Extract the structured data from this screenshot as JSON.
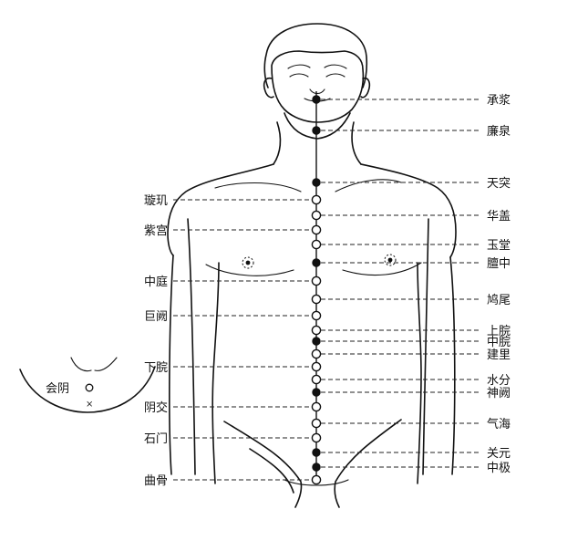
{
  "colors": {
    "ink": "#111111",
    "paper": "#ffffff"
  },
  "points": [
    {
      "id": "chengjiang",
      "label": "承浆",
      "side": "right",
      "filled": true
    },
    {
      "id": "lianquan",
      "label": "廉泉",
      "side": "right",
      "filled": true
    },
    {
      "id": "tiantu",
      "label": "天突",
      "side": "right",
      "filled": true
    },
    {
      "id": "xuanji",
      "label": "璇玑",
      "side": "left",
      "filled": false
    },
    {
      "id": "huagai",
      "label": "华盖",
      "side": "right",
      "filled": false
    },
    {
      "id": "zigong",
      "label": "紫宫",
      "side": "left",
      "filled": false
    },
    {
      "id": "yutang",
      "label": "玉堂",
      "side": "right",
      "filled": false
    },
    {
      "id": "danzhong",
      "label": "膻中",
      "side": "right",
      "filled": true
    },
    {
      "id": "zhongting",
      "label": "中庭",
      "side": "left",
      "filled": false
    },
    {
      "id": "jiuwei",
      "label": "鸠尾",
      "side": "right",
      "filled": false
    },
    {
      "id": "juque",
      "label": "巨阙",
      "side": "left",
      "filled": false
    },
    {
      "id": "shangwan",
      "label": "上脘",
      "side": "right",
      "filled": false
    },
    {
      "id": "zhongwan",
      "label": "中脘",
      "side": "right",
      "filled": true
    },
    {
      "id": "jianli",
      "label": "建里",
      "side": "right",
      "filled": false
    },
    {
      "id": "xiawan",
      "label": "下脘",
      "side": "left",
      "filled": false
    },
    {
      "id": "shuifen",
      "label": "水分",
      "side": "right",
      "filled": false
    },
    {
      "id": "shenque",
      "label": "神阙",
      "side": "right",
      "filled": true
    },
    {
      "id": "yinjiao",
      "label": "阴交",
      "side": "left",
      "filled": false
    },
    {
      "id": "qihai",
      "label": "气海",
      "side": "right",
      "filled": false
    },
    {
      "id": "shimen",
      "label": "石门",
      "side": "left",
      "filled": false
    },
    {
      "id": "guanyuan",
      "label": "关元",
      "side": "right",
      "filled": true
    },
    {
      "id": "zhongji",
      "label": "中极",
      "side": "right",
      "filled": true
    },
    {
      "id": "qugu",
      "label": "曲骨",
      "side": "left",
      "filled": false
    }
  ],
  "inset": {
    "label": "会阴"
  }
}
